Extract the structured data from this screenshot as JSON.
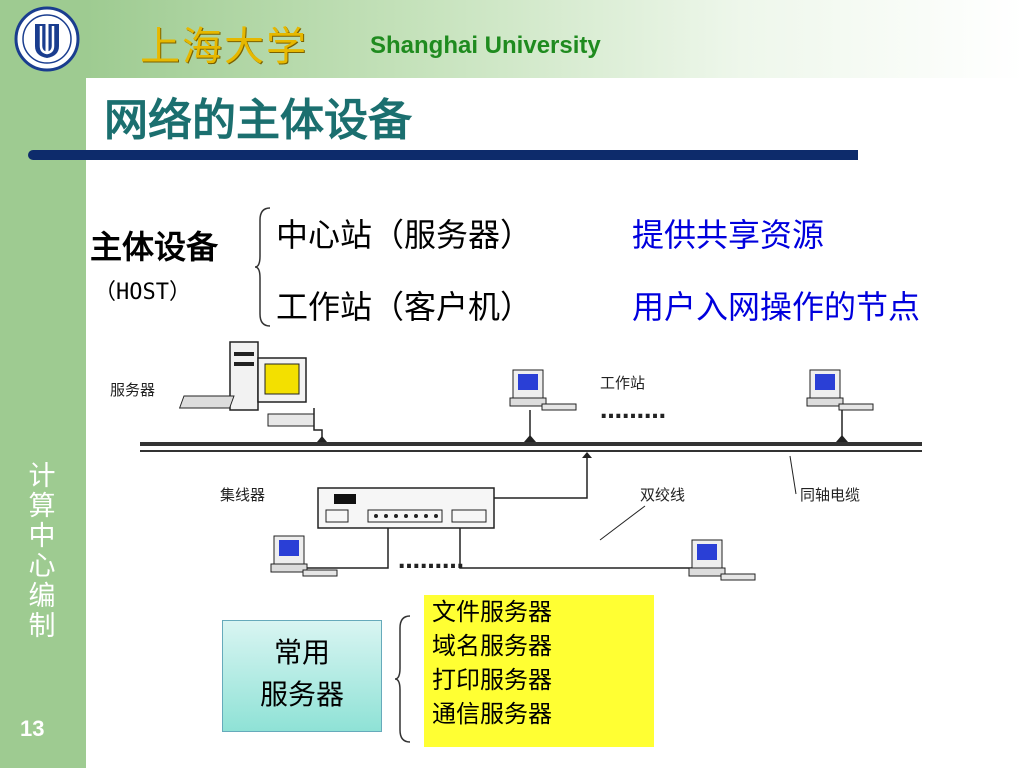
{
  "header": {
    "university_cn": "上海大学",
    "university_en": "Shanghai University"
  },
  "slide": {
    "title": "网络的主体设备",
    "page_number": "13",
    "sidebar_text": [
      "计",
      "算",
      "中",
      "心",
      "编",
      "制"
    ]
  },
  "host": {
    "label": "主体设备",
    "sublabel": "（HOST）",
    "rows": [
      {
        "item": "中心站（服务器）",
        "desc": "提供共享资源"
      },
      {
        "item": "工作站（客户机）",
        "desc": "用户入网操作的节点"
      }
    ]
  },
  "diagram": {
    "server_label": "服务器",
    "workstation_label": "工作站",
    "hub_label": "集线器",
    "twisted_pair_label": "双绞线",
    "coax_label": "同轴电缆",
    "dots": "………"
  },
  "common_servers": {
    "label_line1": "常用",
    "label_line2": "服务器",
    "items": [
      "文件服务器",
      "域名服务器",
      "打印服务器",
      "通信服务器"
    ]
  },
  "colors": {
    "sidebar": "#9ecb91",
    "title": "#1b6f6f",
    "title_bar": "#0d2b6b",
    "desc_blue": "#0000dd",
    "server_list_bg": "#ffff33"
  }
}
